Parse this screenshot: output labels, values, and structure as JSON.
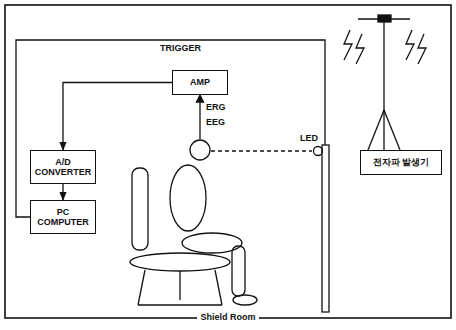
{
  "diagram": {
    "nodes": [
      {
        "text": [
          "AMP"
        ]
      },
      {
        "text": [
          "A/D CONVERTER"
        ]
      },
      {
        "text": [
          "PC COMPUTER"
        ]
      },
      {
        "text": [
          "전자파 발생기"
        ]
      }
    ],
    "edges": [
      {
        "from": 0,
        "to": 1,
        "arrow": "to"
      },
      {
        "from": 1,
        "to": 2,
        "arrow": "to"
      }
    ],
    "labels": [
      "TRIGGER",
      "ERG",
      "EEG",
      "LED",
      "Shield Room"
    ]
  }
}
